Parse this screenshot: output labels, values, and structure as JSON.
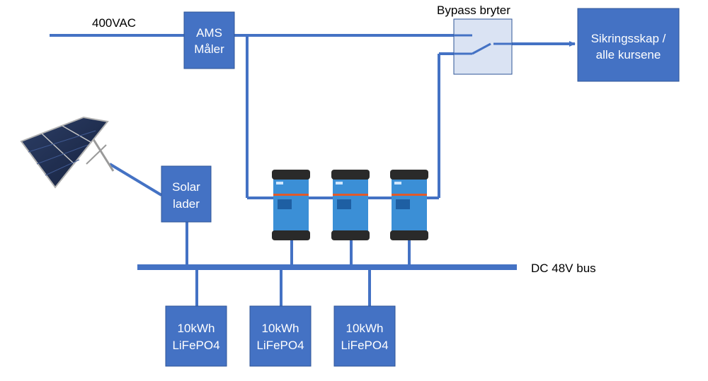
{
  "labels": {
    "ac_input": "400VAC",
    "bypass_switch": "Bypass bryter",
    "dc_bus": "DC 48V bus"
  },
  "boxes": {
    "ams_meter": {
      "line1": "AMS",
      "line2": "Måler"
    },
    "fuse_panel": {
      "line1": "Sikringsskap /",
      "line2": "alle kursene"
    },
    "solar_charger": {
      "line1": "Solar",
      "line2": "lader"
    },
    "battery_1": {
      "line1": "10kWh",
      "line2": "LiFePO4"
    },
    "battery_2": {
      "line1": "10kWh",
      "line2": "LiFePO4"
    },
    "battery_3": {
      "line1": "10kWh",
      "line2": "LiFePO4"
    }
  },
  "inverters": {
    "count": 3
  },
  "colors": {
    "box_fill": "#4472c4",
    "box_stroke": "#2f5597",
    "wire": "#4472c4",
    "switch_fill": "#dae3f3",
    "inverter_blue": "#3b8fd6",
    "inverter_dark": "#2a2a2a",
    "inverter_accent": "#e05a2b"
  }
}
